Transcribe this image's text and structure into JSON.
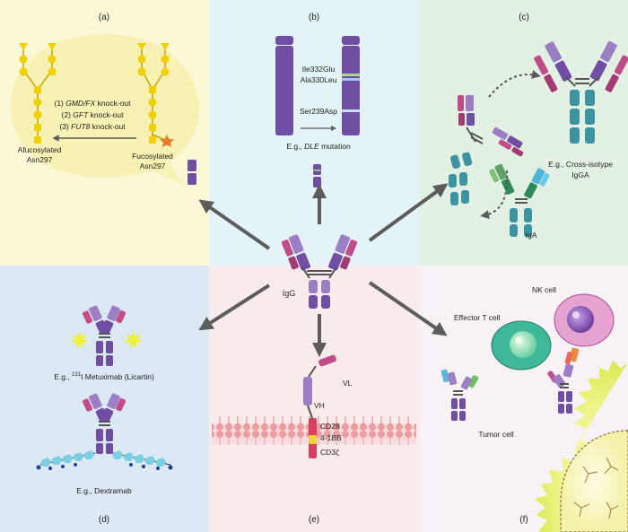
{
  "panels": {
    "a": {
      "letter": "(a)",
      "step1_num": "(1) ",
      "step1_gene": "GMD/FX",
      "step1_rest": " knock-out",
      "step2_num": "(2) ",
      "step2_gene": "GFT",
      "step2_rest": " knock-out",
      "step3_num": "(3) ",
      "step3_gene": "FUT8",
      "step3_rest": " knock-out",
      "afuco_line1": "Afucosylated",
      "afuco_line2": "Asn297",
      "fuco_line1": "Fucosylated",
      "fuco_line2": "Asn297"
    },
    "b": {
      "letter": "(b)",
      "mut1": "Ile332Glu",
      "mut2": "Ala330Leu",
      "mut3": "Ser239Asp",
      "example_prefix": "E.g., ",
      "example_gene": "DLE",
      "example_suffix": " mutation"
    },
    "c": {
      "letter": "(c)",
      "example_line1": "E.g., Cross-isotype",
      "example_line2": "IgGA",
      "iga_label": "IgA"
    },
    "center": {
      "igg_label": "IgG"
    },
    "d": {
      "letter": "(d)",
      "ex1_prefix": "E.g., ",
      "ex1_sup": "131",
      "ex1_text": "I Metuximab (Licartin)",
      "ex2": "E.g., Dextramab"
    },
    "e": {
      "letter": "(e)",
      "vl": "VL",
      "vh": "VH",
      "cd28": "CD28",
      "bb": "4-1BB",
      "cd3": "CD3ζ"
    },
    "f": {
      "letter": "(f)",
      "nk": "NK cell",
      "teff": "Effector T cell",
      "tumor": "Tumor cell"
    }
  },
  "colors": {
    "bg_a": "#fbf8d6",
    "bg_b": "#e3f3f6",
    "bg_c": "#e3f1e5",
    "bg_d": "#dce8f4",
    "bg_e": "#f8ebec",
    "bg_f": "#f8f2f6",
    "purple": "#6f4ea3",
    "light_purple": "#9b7ec4",
    "magenta": "#c24c8a",
    "teal": "#2e9aa0",
    "arrow": "#5c5c5c"
  }
}
